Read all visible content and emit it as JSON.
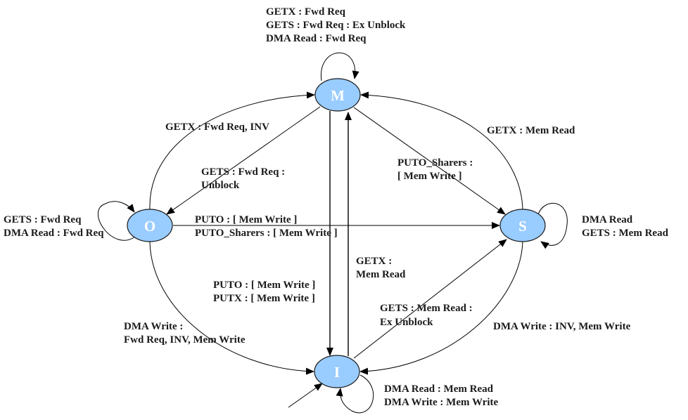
{
  "diagram": {
    "type": "state-machine",
    "states": [
      {
        "id": "M",
        "label": "M"
      },
      {
        "id": "O",
        "label": "O"
      },
      {
        "id": "S",
        "label": "S"
      },
      {
        "id": "I",
        "label": "I"
      }
    ],
    "colors": {
      "state_fill": "#99ccff",
      "state_text": "#ffffff",
      "edge": "#000000",
      "label_text": "#1a1a1a"
    },
    "edge_labels": {
      "m_self": [
        "GETX : Fwd Req",
        "GETS  : Fwd Req : Ex Unblock",
        "DMA Read : Fwd Req"
      ],
      "o_to_m": [
        "GETX : Fwd Req, INV"
      ],
      "m_to_o": [
        "GETS : Fwd Req :",
        "Unblock"
      ],
      "s_to_m": [
        "GETX : Mem Read"
      ],
      "m_to_s": [
        "PUTO_Sharers :",
        "[ Mem Write ]"
      ],
      "o_self": [
        "GETS : Fwd Req",
        "DMA Read : Fwd Req"
      ],
      "s_self": [
        "DMA Read",
        "GETS : Mem Read"
      ],
      "o_to_s": [
        "PUTO : [ Mem Write ]",
        "PUTO_Sharers : [ Mem Write ]"
      ],
      "m_to_i": [
        "PUTO : [ Mem Write ]",
        "PUTX : [ Mem Write ]"
      ],
      "i_to_m": [
        "GETX :",
        "Mem Read"
      ],
      "i_to_s": [
        "GETS : Mem Read :",
        "Ex Unblock"
      ],
      "o_to_i": [
        "DMA Write :",
        "Fwd Req, INV, Mem Write"
      ],
      "s_to_i": [
        "DMA Write : INV, Mem Write"
      ],
      "i_self": [
        "DMA Read :  Mem Read",
        "DMA Write : Mem Write"
      ]
    }
  }
}
